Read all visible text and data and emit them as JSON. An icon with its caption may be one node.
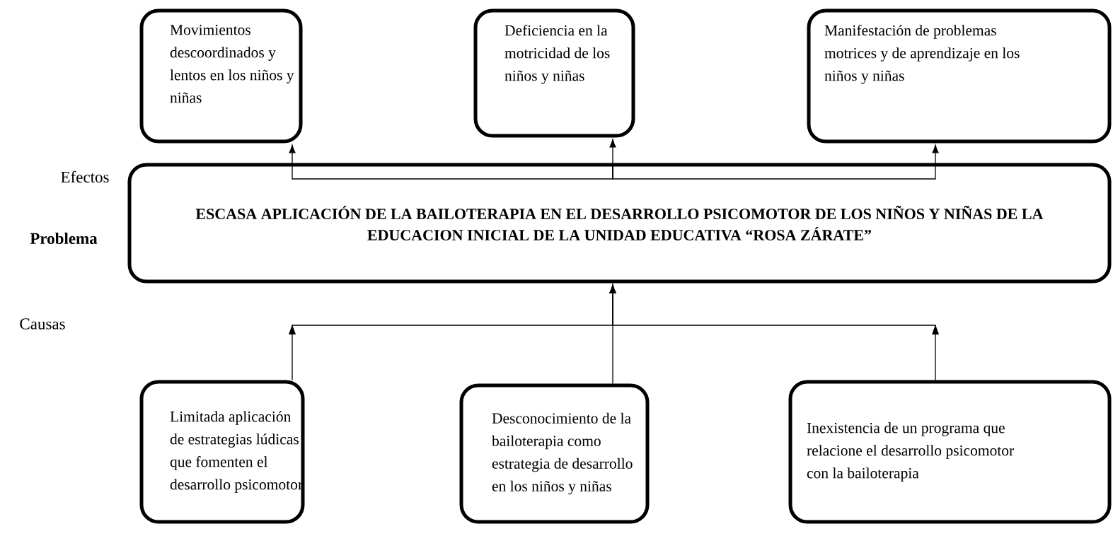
{
  "diagram": {
    "nodes": [
      {
        "text": [
          "Movimientos descoordinados y lentos en los niños y niñas"
        ]
      },
      {
        "text": [
          "Deficiencia en la motricidad de los niños y niñas"
        ]
      },
      {
        "text": [
          "Manifestación de problemas motrices y de aprendizaje en los niños y niñas"
        ]
      },
      {
        "text": [
          "ESCASA APLICACIÓN DE LA BAILOTERAPIA EN EL DESARROLLO PSICOMOTOR DE LOS NIÑOS Y NIÑAS DE LA EDUCACION INICIAL DE LA UNIDAD EDUCATIVA “ROSA ZÁRATE”"
        ]
      },
      {
        "text": [
          "Limitada aplicación de estrategias lúdicas que fomenten el desarrollo psicomotor"
        ]
      },
      {
        "text": [
          "Desconocimiento de la bailoterapia como estrategia de desarrollo en los niños y niñas"
        ]
      },
      {
        "text": [
          "Inexistencia de un programa que relacione el desarrollo psicomotor con la bailoterapia"
        ]
      }
    ],
    "edges": [
      {
        "from": 3,
        "to": 0,
        "arrow": "to"
      },
      {
        "from": 3,
        "to": 1,
        "arrow": "to"
      },
      {
        "from": 3,
        "to": 2,
        "arrow": "to"
      },
      {
        "from": 4,
        "to": 3,
        "arrow": "to"
      },
      {
        "from": 5,
        "to": 3,
        "arrow": "to"
      },
      {
        "from": 6,
        "to": 3,
        "arrow": "to"
      }
    ],
    "labels": [
      "Efectos",
      "Problema",
      "Causas"
    ]
  }
}
